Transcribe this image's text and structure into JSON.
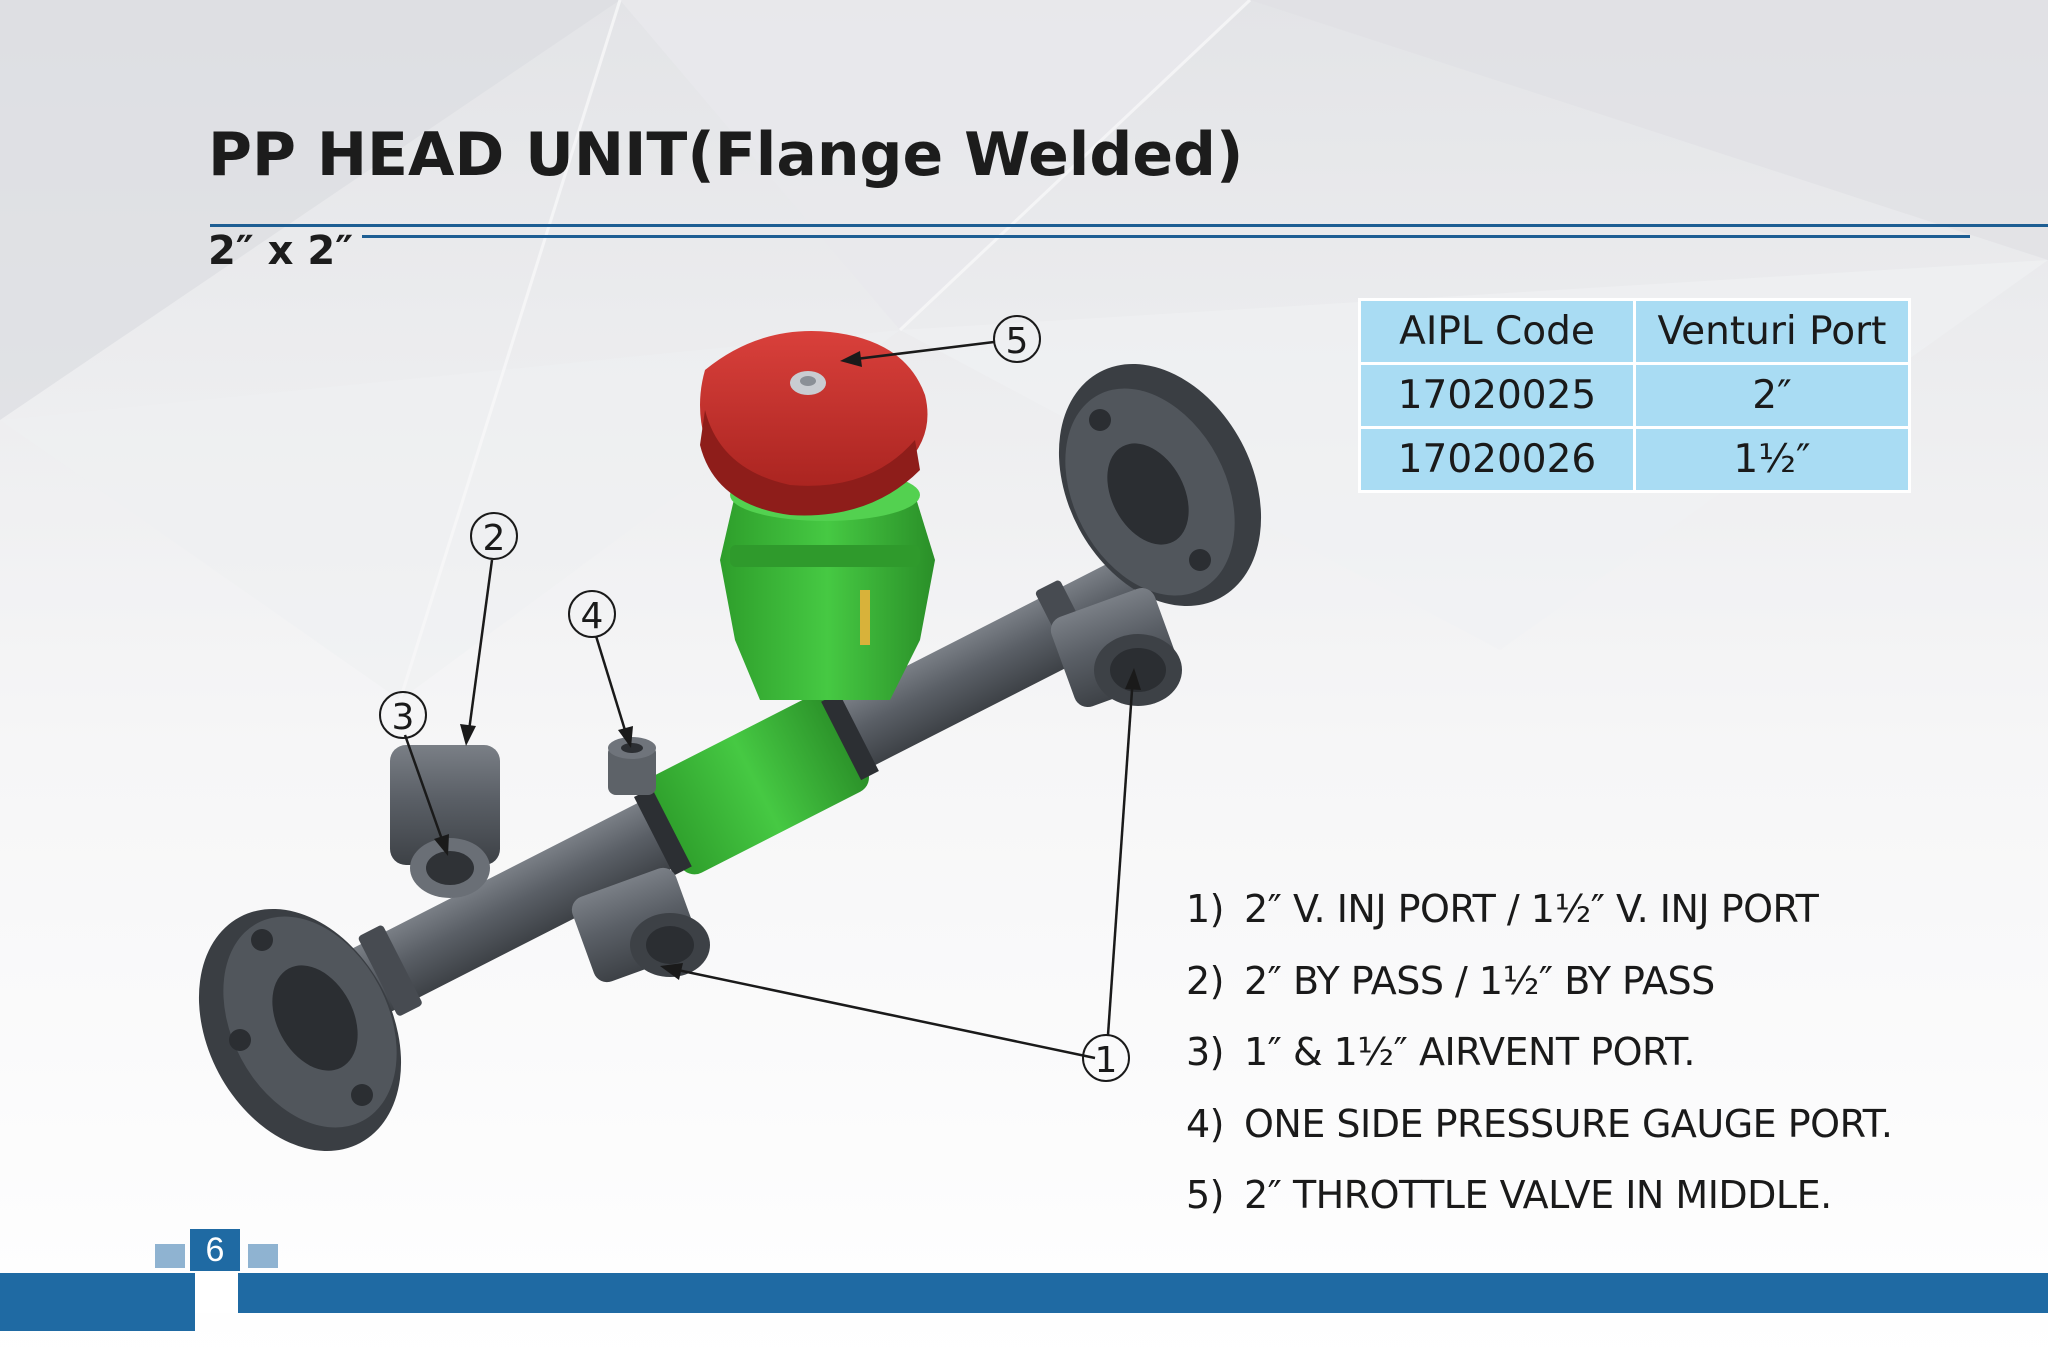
{
  "page": {
    "title": "PP HEAD UNIT(Flange Welded)",
    "size_label": "2″ x 2″",
    "page_number": "6"
  },
  "table": {
    "headers": [
      "AIPL Code",
      "Venturi Port"
    ],
    "rows": [
      [
        "17020025",
        "2″"
      ],
      [
        "17020026",
        "1½″"
      ]
    ]
  },
  "callouts": [
    "1",
    "2",
    "3",
    "4",
    "5"
  ],
  "features": [
    {
      "num": "1)",
      "text": "2″ V. INJ PORT / 1½″ V. INJ PORT"
    },
    {
      "num": "2)",
      "text": "2″ BY PASS / 1½″ BY PASS"
    },
    {
      "num": "3)",
      "text": "1″ & 1½″ AIRVENT  PORT."
    },
    {
      "num": "4)",
      "text": "ONE SIDE PRESSURE GAUGE PORT."
    },
    {
      "num": "5)",
      "text": "2″ THROTTLE VALVE IN MIDDLE."
    }
  ],
  "colors": {
    "accent_blue": "#1d5e93",
    "table_fill": "#a9dcf3",
    "pipe_grey": "#5a5f66",
    "valve_green": "#3dbf3a",
    "handle_red": "#c9302c"
  }
}
